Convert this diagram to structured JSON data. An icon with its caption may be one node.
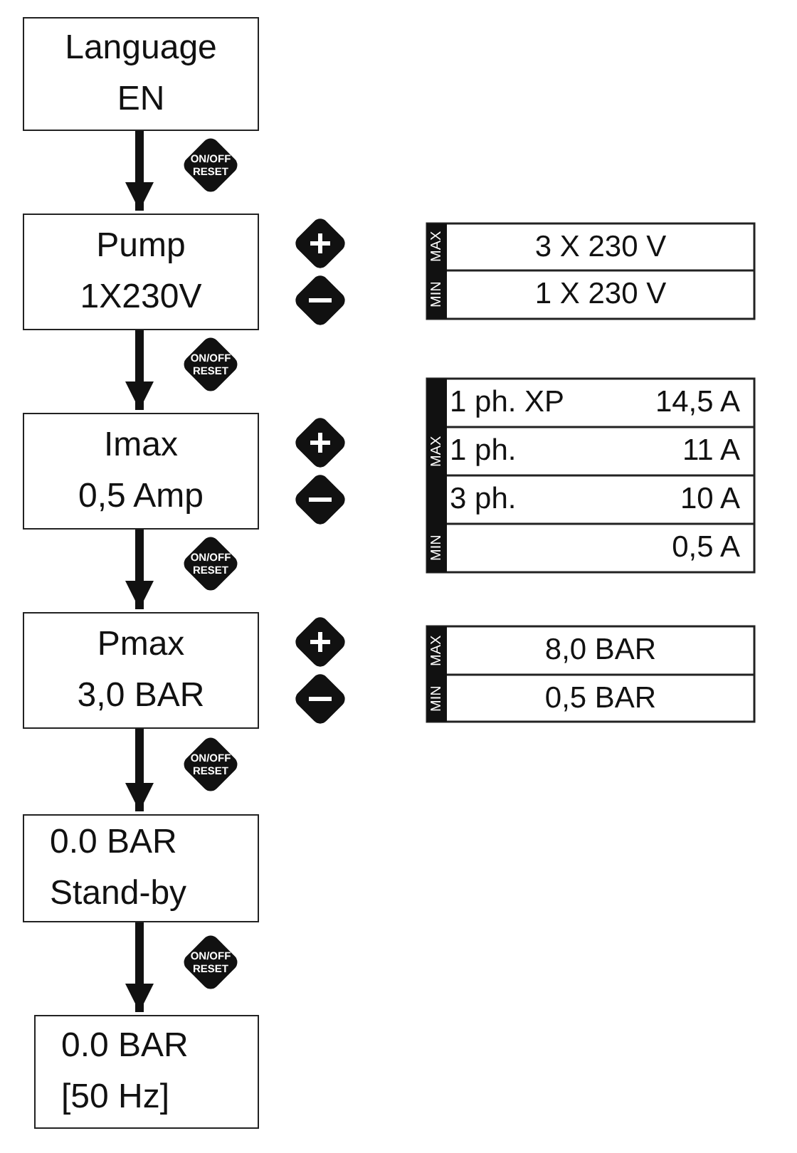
{
  "diagram": {
    "nodes": [
      {
        "text": [
          "Language",
          "EN"
        ]
      },
      {
        "text": [
          "Pump",
          "1X230V"
        ]
      },
      {
        "text": [
          "Imax",
          "0,5 Amp"
        ]
      },
      {
        "text": [
          "Pmax",
          "3,0 BAR"
        ]
      },
      {
        "text": [
          "0.0 BAR",
          "Stand-by"
        ]
      },
      {
        "text": [
          "0.0 BAR",
          "[50 Hz]"
        ]
      }
    ],
    "edges": [
      {
        "from": 0,
        "to": 1,
        "arrow": "to",
        "label": "ON/OFF RESET"
      },
      {
        "from": 1,
        "to": 2,
        "arrow": "to",
        "label": "ON/OFF RESET"
      },
      {
        "from": 2,
        "to": 3,
        "arrow": "to",
        "label": "ON/OFF RESET"
      },
      {
        "from": 3,
        "to": 4,
        "arrow": "to",
        "label": "ON/OFF RESET"
      },
      {
        "from": 4,
        "to": 5,
        "arrow": "to",
        "label": "ON/OFF RESET"
      }
    ],
    "labels": [
      "MAX",
      "3 X 230 V",
      "MIN",
      "1 X 230 V",
      "1 ph. XP",
      "14,5 A",
      "MAX",
      "1 ph.",
      "11 A",
      "3 ph.",
      "10 A",
      "MIN",
      "0,5 A",
      "MAX",
      "8,0 BAR",
      "MIN",
      "0,5 BAR"
    ]
  }
}
